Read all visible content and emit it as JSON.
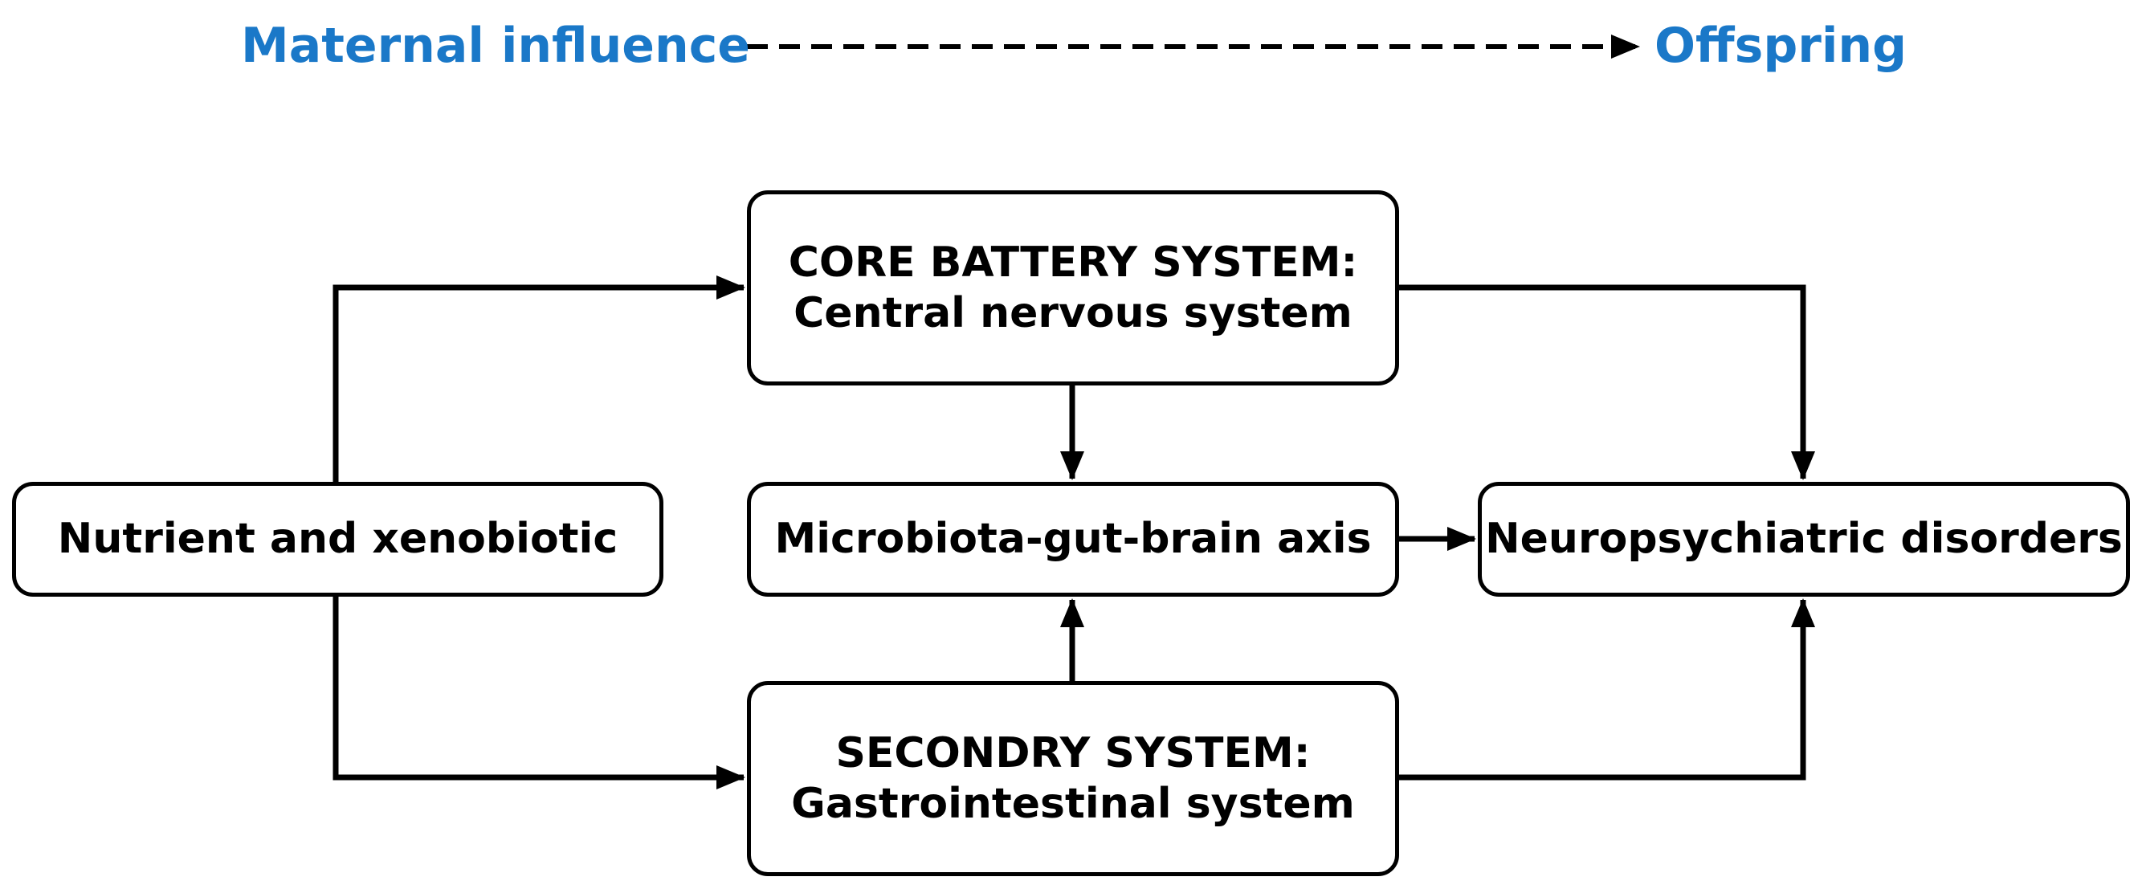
{
  "header": {
    "left_label": "Maternal influence",
    "right_label": "Offspring"
  },
  "nodes": {
    "core": {
      "line1": "CORE BATTERY SYSTEM:",
      "line2": "Central nervous system"
    },
    "secondary": {
      "line1": "SECONDRY SYSTEM:",
      "line2": "Gastrointestinal system"
    },
    "nutrient": {
      "label": "Nutrient and xenobiotic"
    },
    "microbiota": {
      "label": "Microbiota-gut-brain axis"
    },
    "neuro": {
      "label": "Neuropsychiatric disorders"
    }
  },
  "edges": [
    {
      "from": "nutrient",
      "to": "core"
    },
    {
      "from": "nutrient",
      "to": "secondary"
    },
    {
      "from": "core",
      "to": "microbiota"
    },
    {
      "from": "secondary",
      "to": "microbiota"
    },
    {
      "from": "microbiota",
      "to": "neuro"
    },
    {
      "from": "core",
      "to": "neuro"
    },
    {
      "from": "secondary",
      "to": "neuro"
    }
  ],
  "colors": {
    "header": "#1a78c8",
    "stroke": "#000000"
  }
}
